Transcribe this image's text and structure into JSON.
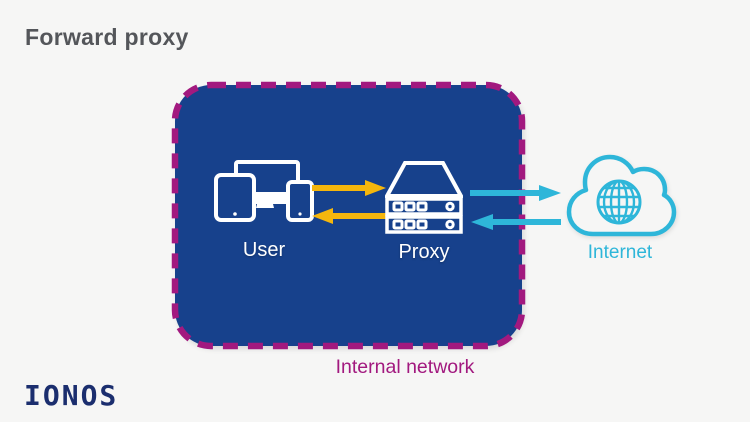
{
  "title": "Forward proxy",
  "diagram": {
    "internal_network": {
      "label": "Internal network",
      "box_color": "#17418c",
      "border_color": "#a2197f",
      "border_style": "dashed"
    },
    "nodes": [
      {
        "id": "user",
        "label": "User",
        "icon": "user-devices-icon",
        "label_color": "#ffffff",
        "location": "inside-internal-network"
      },
      {
        "id": "proxy",
        "label": "Proxy",
        "icon": "proxy-server-icon",
        "label_color": "#ffffff",
        "location": "inside-internal-network"
      },
      {
        "id": "internet",
        "label": "Internet",
        "icon": "cloud-globe-icon",
        "label_color": "#2eb6d9",
        "location": "outside-internal-network"
      }
    ],
    "arrows": [
      {
        "from": "user",
        "to": "proxy",
        "direction": "right",
        "color": "#f5b60d"
      },
      {
        "from": "proxy",
        "to": "user",
        "direction": "left",
        "color": "#f5b60d"
      },
      {
        "from": "proxy",
        "to": "internet",
        "direction": "right",
        "color": "#2eb6d9"
      },
      {
        "from": "internet",
        "to": "proxy",
        "direction": "left",
        "color": "#2eb6d9"
      }
    ]
  },
  "footer": {
    "logo": "IONOS",
    "logo_color": "#1b2e6e"
  },
  "colors": {
    "background": "#f6f6f5",
    "title_text": "#54565a",
    "box_blue": "#17418c",
    "border_magenta": "#a2197f",
    "arrow_yellow": "#f5b60d",
    "arrow_cyan": "#2eb6d9",
    "icon_white": "#ffffff"
  }
}
